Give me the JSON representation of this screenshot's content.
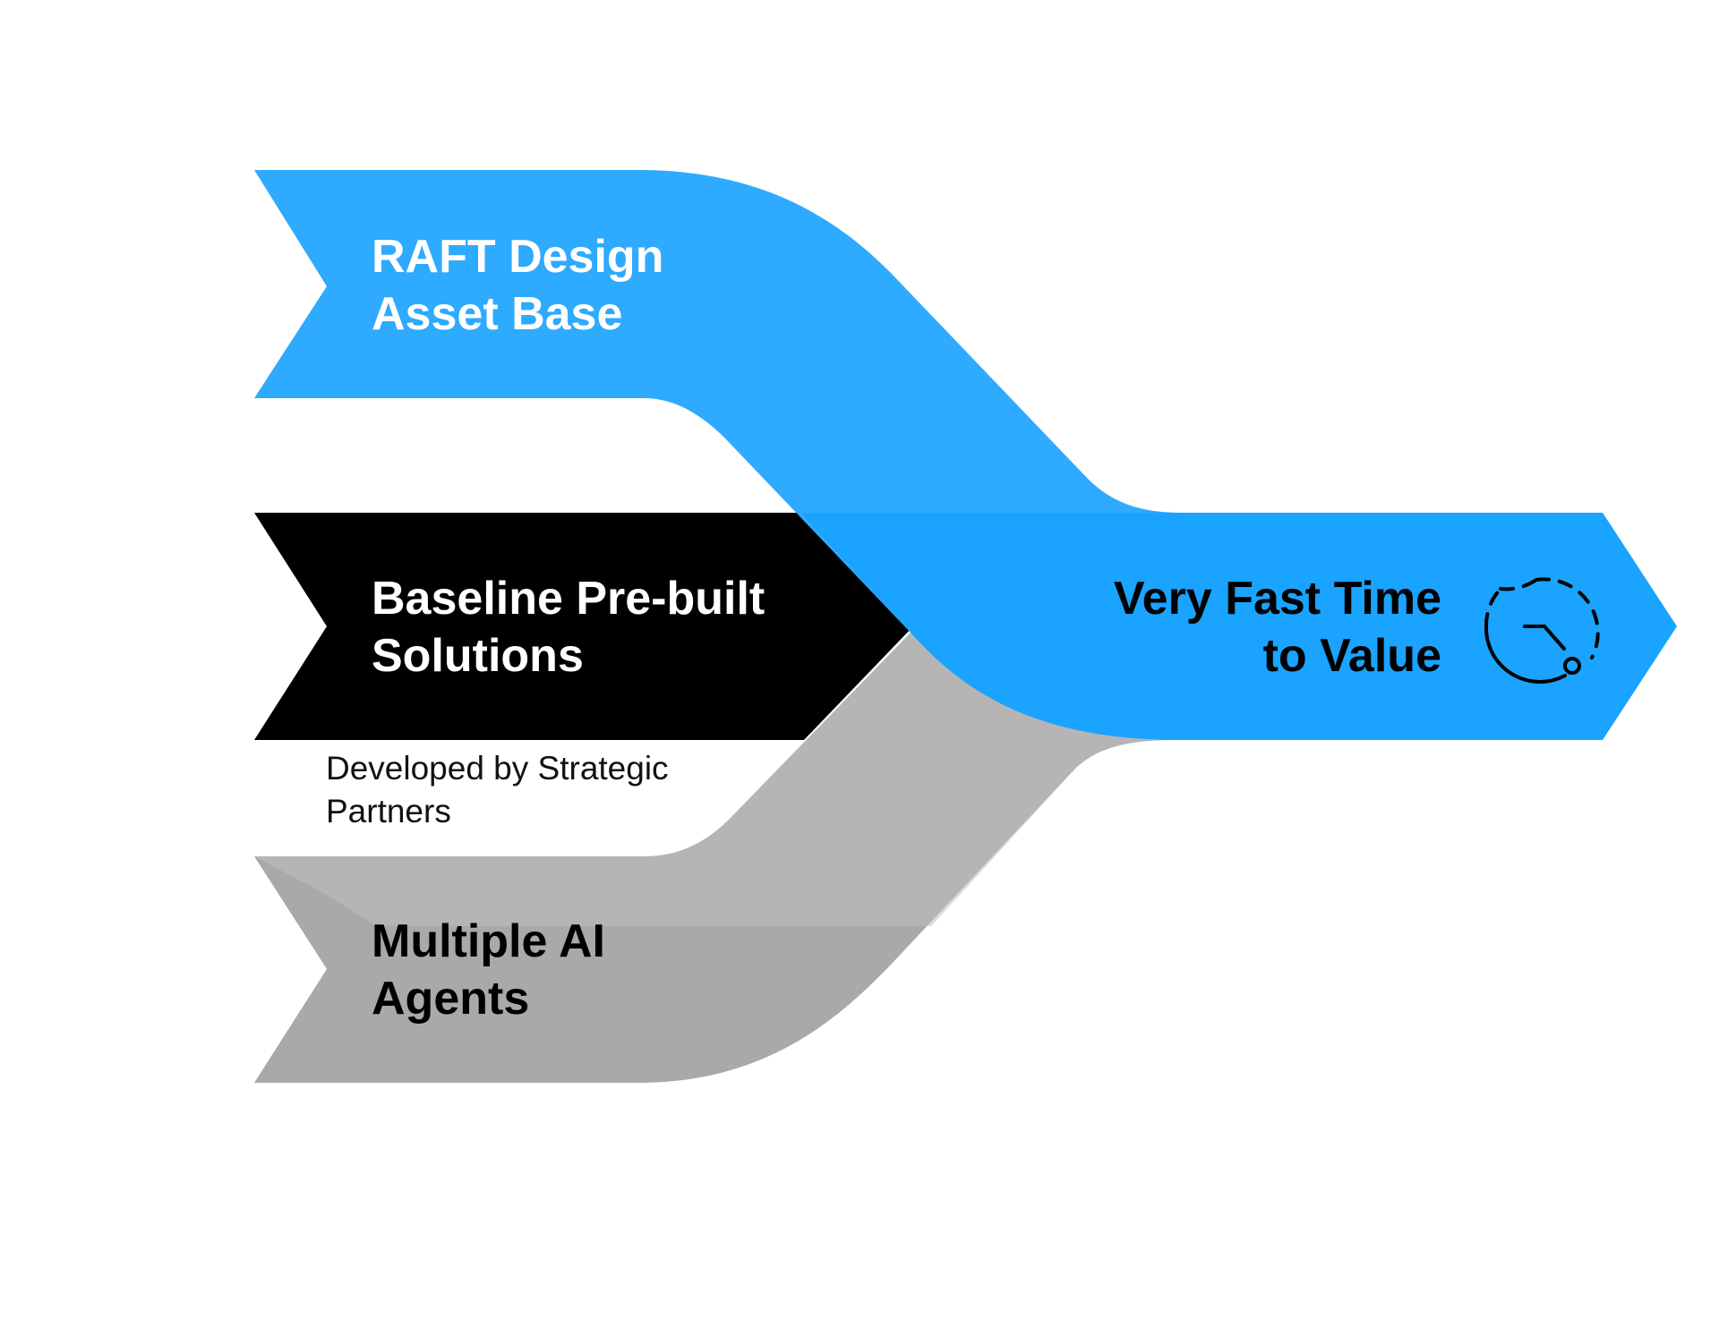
{
  "inputs": [
    {
      "line1": "RAFT Design",
      "line2": "Asset Base",
      "color": "#2eaaff",
      "text_color": "#ffffff"
    },
    {
      "line1": "Baseline Pre-built",
      "line2": "Solutions",
      "color": "#000000",
      "text_color": "#ffffff",
      "note_line1": "Developed by Strategic",
      "note_line2": "Partners"
    },
    {
      "line1": "Multiple AI",
      "line2": "Agents",
      "color": "#a9a9a9",
      "text_color": "#000000"
    }
  ],
  "output": {
    "line1": "Very Fast Time",
    "line2": "to Value",
    "color": "#1aa3ff",
    "text_color": "#000000",
    "icon": "clock-speed-icon"
  }
}
